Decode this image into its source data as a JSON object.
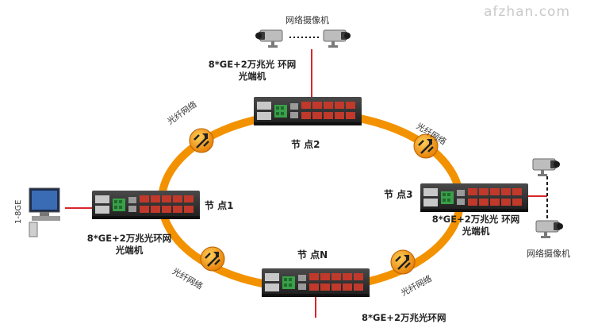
{
  "watermark": "afzhan.com",
  "camera_group_label_top": "网络摄像机",
  "camera_group_label_right": "网络摄像机",
  "device_title_line1": "8*GE+2万兆光 环网",
  "device_title_line2": "光端机",
  "device_title_left_line1": "8*GE+2万兆光环网",
  "device_title_right_line1": "8*GE+2万兆光 环网",
  "device_title_bottom_partial": "8*GE+2万兆光环网",
  "fiber_label": "光纤网络",
  "ge_label": "1-8GE",
  "nodes": {
    "node1": "节 点1",
    "node2": "节 点2",
    "node3": "节 点3",
    "nodeN": "节 点N"
  },
  "colors": {
    "ring": "#f39200",
    "link": "#d9262b",
    "device": "#2b2b2b",
    "port": "#c0392b",
    "terminal": "#3aa04a"
  }
}
